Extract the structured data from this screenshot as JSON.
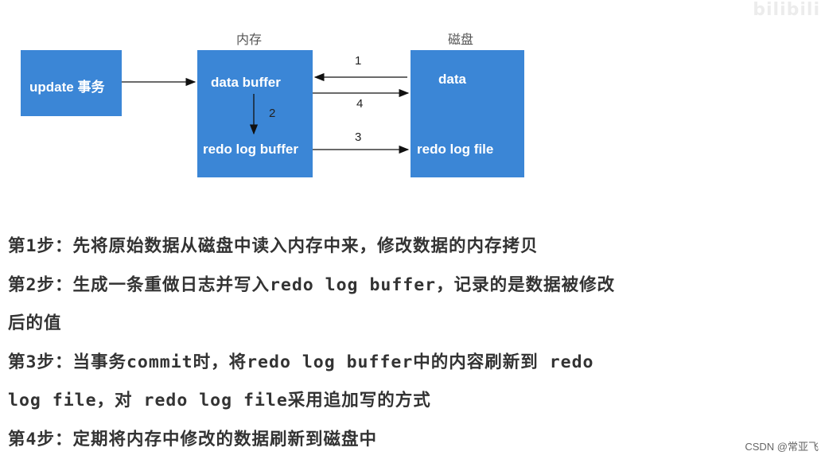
{
  "logo": "bilibili",
  "labels": {
    "memory": "内存",
    "disk": "磁盘"
  },
  "boxes": {
    "update": "update 事务",
    "data_buffer": "data buffer",
    "redo_log_buffer": "redo log buffer",
    "data": "data",
    "redo_log_file": "redo log file"
  },
  "arrow_numbers": {
    "n1": "1",
    "n2": "2",
    "n3": "3",
    "n4": "4"
  },
  "steps": {
    "step1": "第1步：先将原始数据从磁盘中读入内存中来，修改数据的内存拷贝",
    "step2_line1": "第2步：生成一条重做日志并写入redo log buffer，记录的是数据被修改",
    "step2_line2": "后的值",
    "step3_line1": "第3步：当事务commit时，将redo log buffer中的内容刷新到 redo",
    "step3_line2": "log file，对 redo log file采用追加写的方式",
    "step4": "第4步：定期将内存中修改的数据刷新到磁盘中"
  },
  "watermark": "CSDN @常亚飞",
  "colors": {
    "box": "#3b86d6",
    "text": "#333333"
  }
}
